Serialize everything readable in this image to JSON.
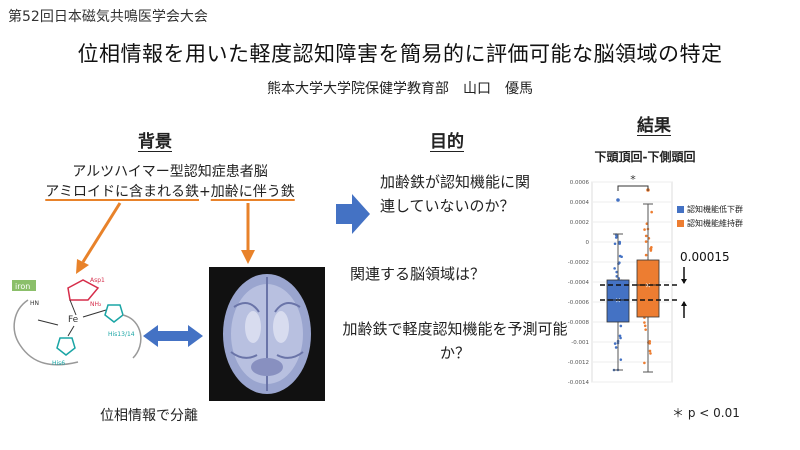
{
  "header": {
    "conference": "第52回日本磁気共鳴医学会大会",
    "title": "位相情報を用いた軽度認知障害を簡易的に評価可能な脳領域の特定",
    "author": "熊本大学大学院保健学教育部　山口　優馬"
  },
  "background": {
    "heading": "背景",
    "line1": "アルツハイマー型認知症患者脳",
    "line2_a": "アミロイドに含まれる鉄",
    "line2_plus": "+",
    "line2_b": "加齢に伴う鉄",
    "molecule_labels": {
      "iron": "iron",
      "asp1": "Asp1",
      "nh2": "NH₂",
      "fe": "Fe",
      "his6": "His6",
      "his1314": "His13/14",
      "hn": "HN"
    },
    "caption": "位相情報で分離"
  },
  "purpose": {
    "heading": "目的",
    "q1": "加齢鉄が認知機能に関連していないのか？",
    "q2": "関連する脳領域は？",
    "q3": "加齢鉄で軽度認知機能を予測可能か？"
  },
  "results": {
    "heading": "結果",
    "annotation": "0.00015",
    "sig_marker": "*",
    "p_note": "＊ p < 0.01"
  },
  "chart_data": {
    "type": "box",
    "title": "下頭頂回-下側頭回",
    "ylim": [
      -0.0014,
      0.0006
    ],
    "yticks": [
      "0.0006",
      "0.0004",
      "0.0002",
      "0",
      "-0.0002",
      "-0.0004",
      "-0.0006",
      "-0.0008",
      "-0.001",
      "-0.0012",
      "-0.0014"
    ],
    "legend_position": "right",
    "series": [
      {
        "name": "認知機能低下群",
        "color": "#4472c4",
        "min": -0.00128,
        "q1": -0.0008,
        "median": -0.00058,
        "q3": -0.00038,
        "max": 8e-05,
        "mean": -0.00058,
        "outliers": [
          0.00042
        ]
      },
      {
        "name": "認知機能維持群",
        "color": "#ed7d31",
        "min": -0.0013,
        "q1": -0.00075,
        "median": -0.00043,
        "q3": -0.00018,
        "max": 0.00038,
        "mean": -0.00043,
        "outliers": [
          0.00052
        ]
      }
    ]
  }
}
